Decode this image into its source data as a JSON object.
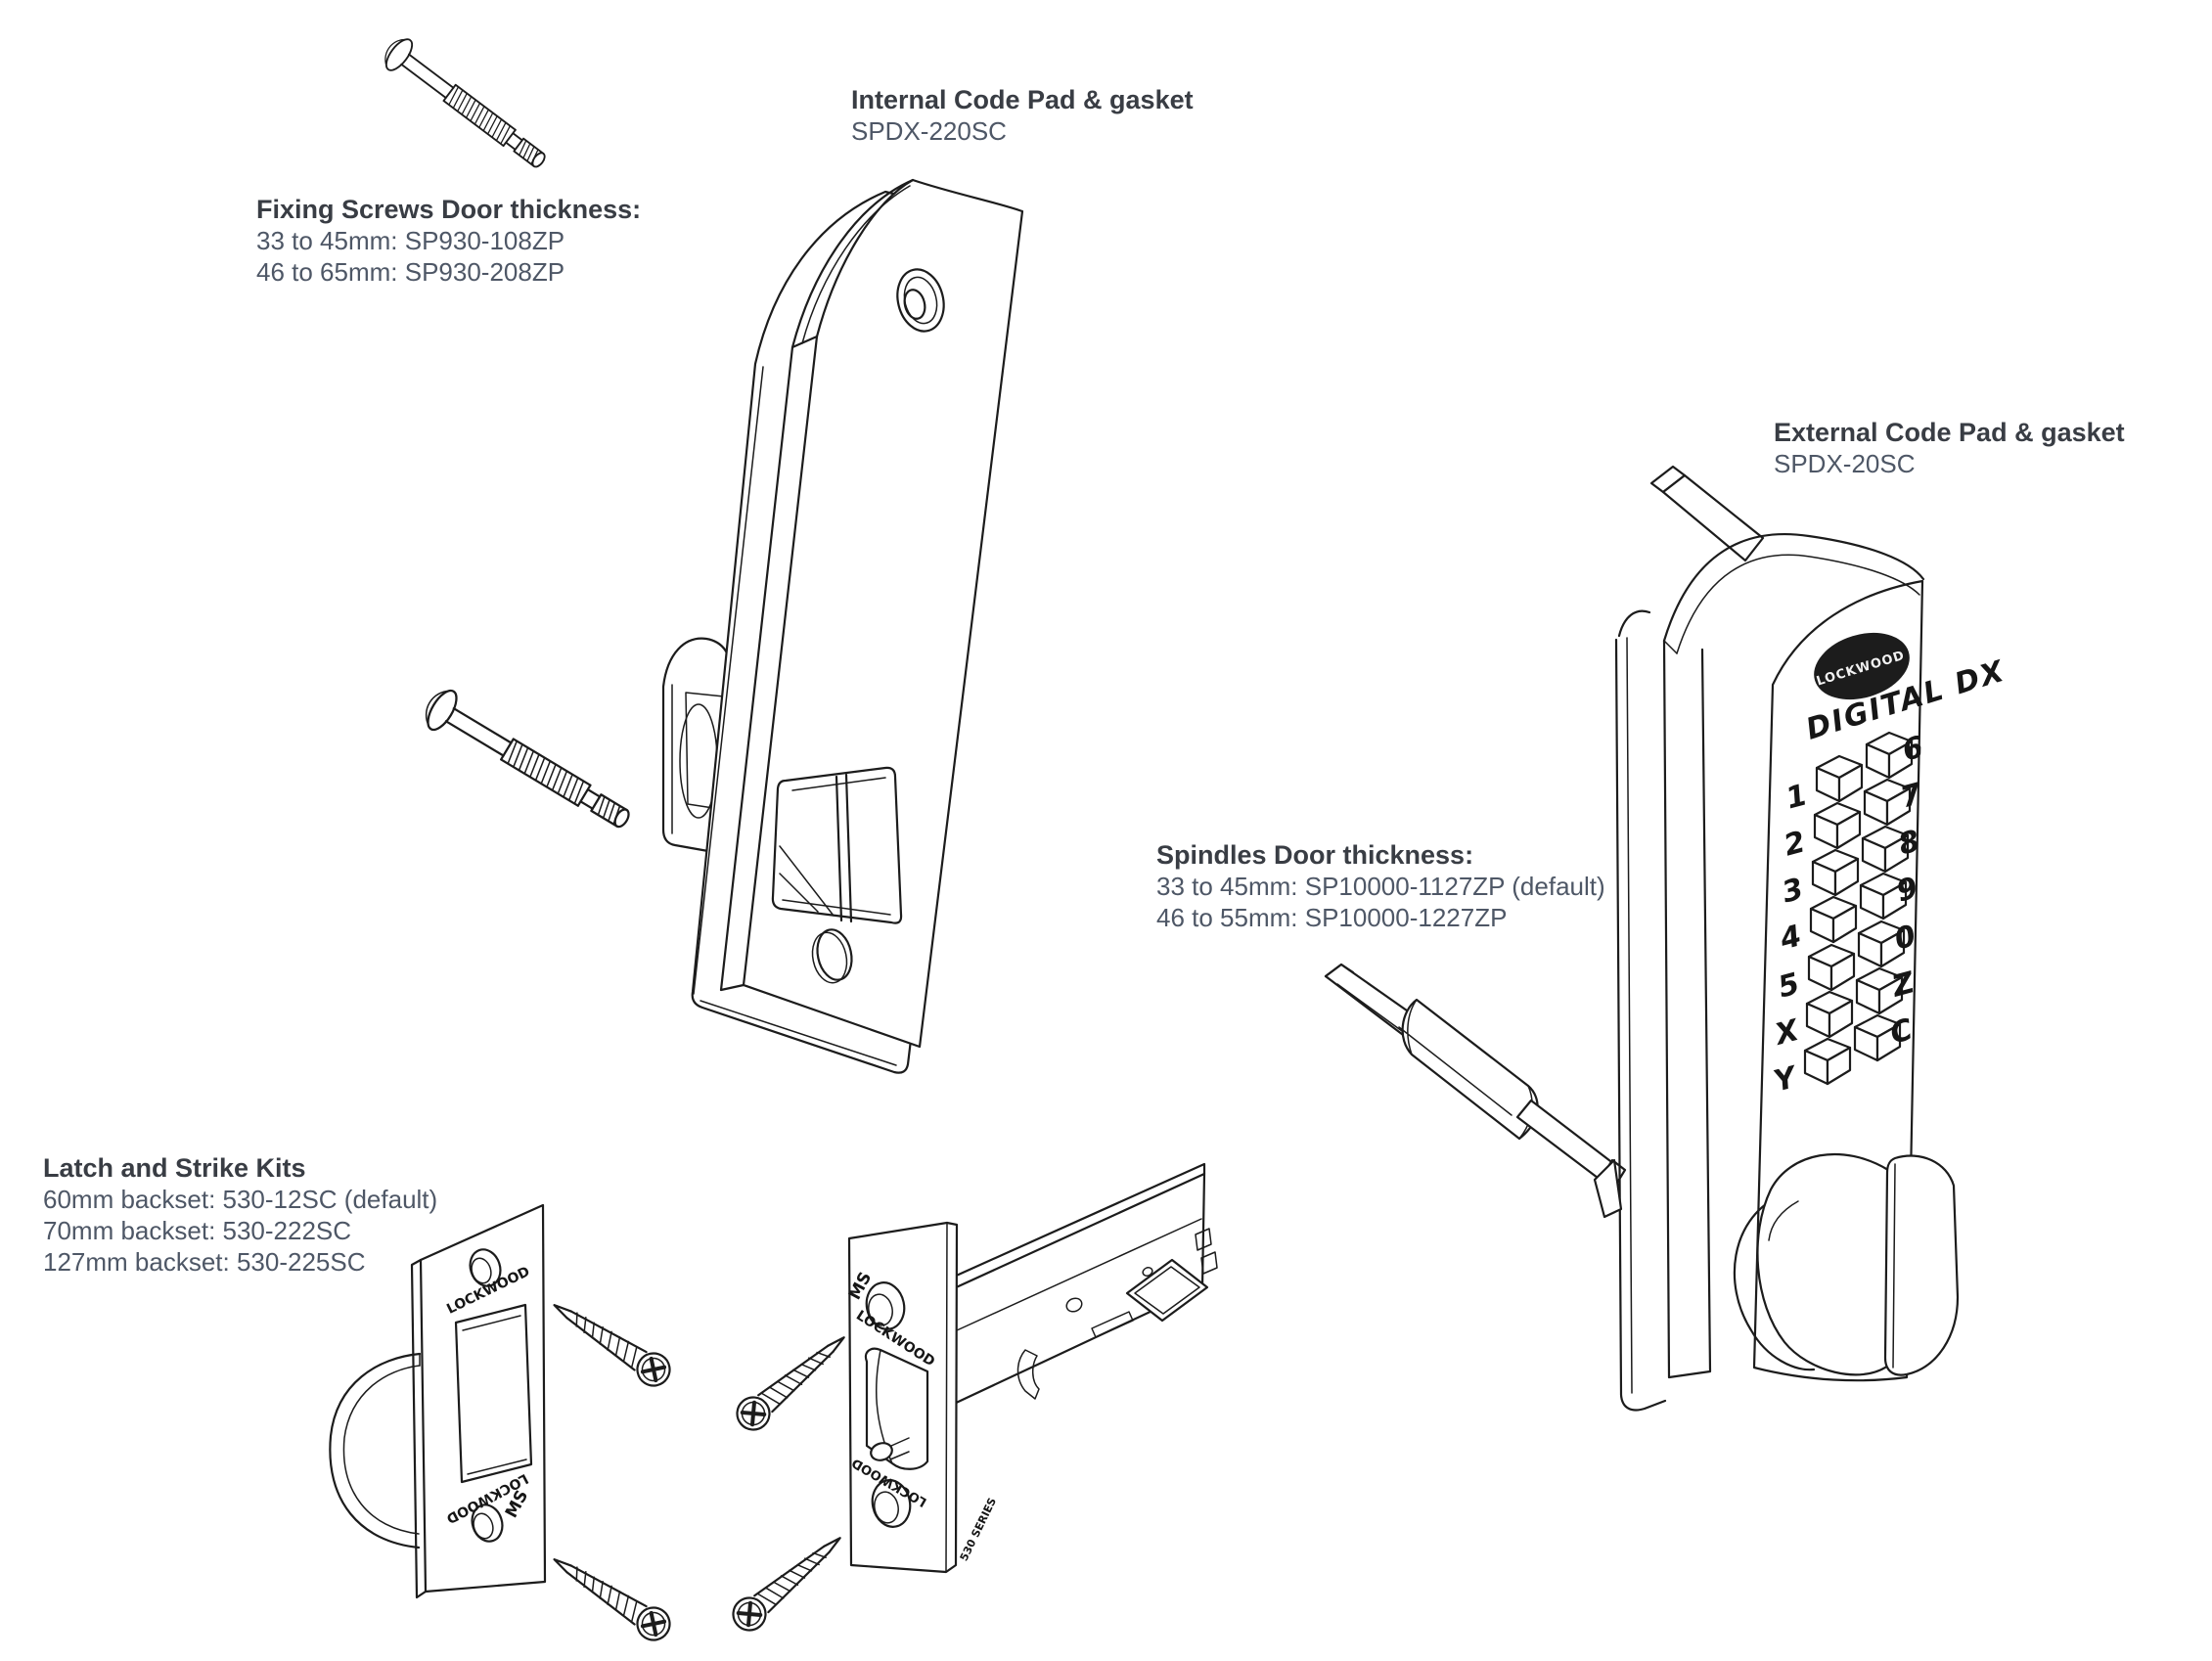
{
  "colors": {
    "heading": "#393d44",
    "body": "#4e5766",
    "line": "#1c1c1c"
  },
  "annotations": {
    "internal": {
      "title": "Internal Code Pad & gasket",
      "part": "SPDX-220SC"
    },
    "external": {
      "title": "External Code Pad & gasket",
      "part": "SPDX-20SC"
    },
    "fixing_screws": {
      "title": "Fixing Screws Door thickness:",
      "lines": [
        "33 to 45mm: SP930-108ZP",
        "46 to 65mm: SP930-208ZP"
      ]
    },
    "spindles": {
      "title": "Spindles Door thickness:",
      "lines": [
        "33 to 45mm: SP10000-1127ZP (default)",
        "46 to 55mm: SP10000-1227ZP"
      ]
    },
    "latch_strike": {
      "title": "Latch and Strike Kits",
      "lines": [
        "60mm backset: 530-12SC (default)",
        "70mm backset: 530-222SC",
        "127mm backset: 530-225SC"
      ]
    }
  },
  "keypad": {
    "brand": "LOCKWOOD",
    "model": "DIGITAL DX",
    "left_keys": [
      "1",
      "2",
      "3",
      "4",
      "5",
      "X",
      "Y"
    ],
    "right_keys": [
      "6",
      "7",
      "8",
      "9",
      "0",
      "Z",
      "C"
    ]
  },
  "strike_plate": {
    "brand": "LOCKWOOD",
    "brand_reversed": "LOCKWOOD",
    "material": "MS"
  },
  "latch": {
    "material": "MS",
    "brand": "LOCKWOOD",
    "brand_reversed": "LOCKWOOD",
    "series": "530 SERIES"
  }
}
